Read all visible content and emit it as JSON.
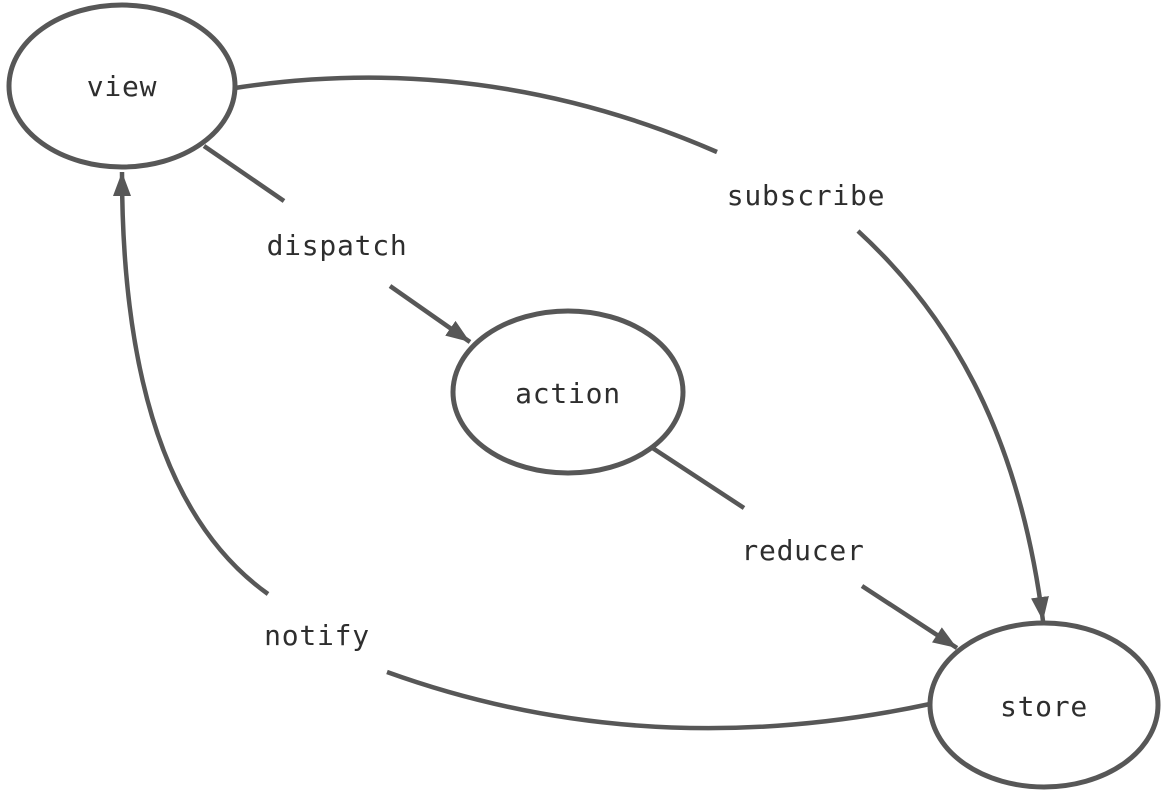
{
  "diagram": {
    "type": "directed-flow-graph",
    "nodes": [
      {
        "id": "view",
        "label": "view"
      },
      {
        "id": "action",
        "label": "action"
      },
      {
        "id": "store",
        "label": "store"
      }
    ],
    "edges": [
      {
        "id": "dispatch",
        "label": "dispatch",
        "from": "view",
        "to": "action"
      },
      {
        "id": "reducer",
        "label": "reducer",
        "from": "action",
        "to": "store"
      },
      {
        "id": "subscribe",
        "label": "subscribe",
        "from": "view",
        "to": "store"
      },
      {
        "id": "notify",
        "label": "notify",
        "from": "store",
        "to": "view"
      }
    ],
    "colors": {
      "stroke": "#575757",
      "text": "#2e2e2e",
      "background": "#ffffff"
    }
  }
}
